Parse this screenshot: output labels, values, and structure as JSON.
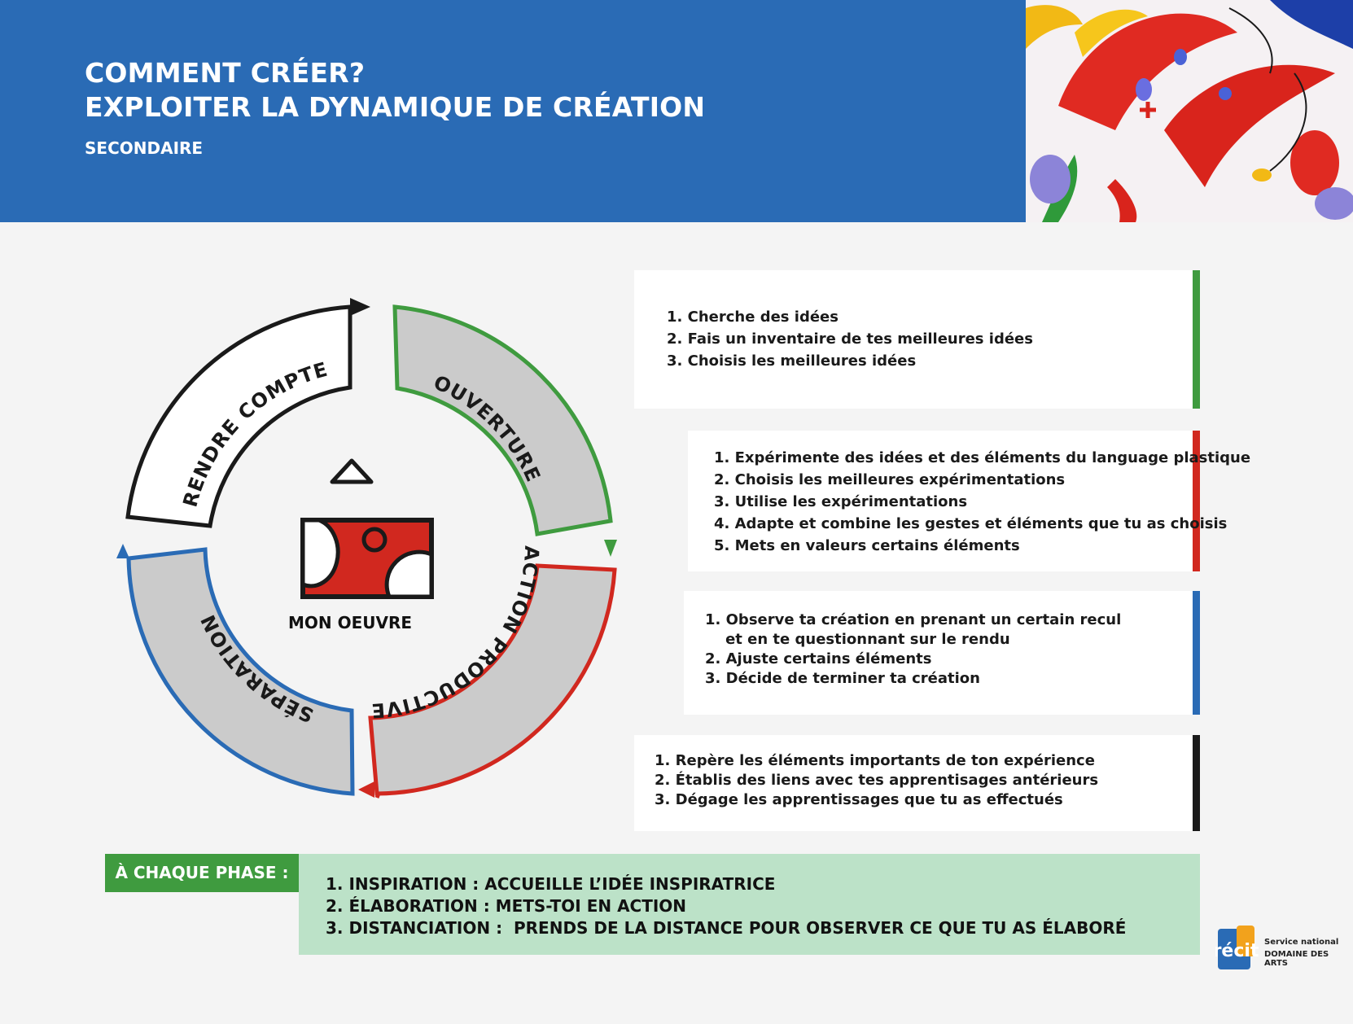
{
  "header": {
    "title_line1": "COMMENT CRÉER?",
    "title_line2": "EXPLOITER LA DYNAMIQUE DE CRÉATION",
    "subtitle": "SECONDAIRE"
  },
  "cycle": {
    "center_label": "MON OEUVRE",
    "phases": [
      {
        "label": "OUVERTURE",
        "color": "#3f9b3f"
      },
      {
        "label": "ACTION PRODUCTIVE",
        "color": "#d1281f"
      },
      {
        "label": "SÉPARATION",
        "color": "#2a6bb5"
      },
      {
        "label": "RENDRE COMPTE",
        "color": "#1a1a1a"
      }
    ]
  },
  "cards": [
    {
      "color": "#3f9b3f",
      "items": [
        "1. Cherche des idées",
        "2. Fais un inventaire de tes meilleures idées",
        "3. Choisis les meilleures idées"
      ]
    },
    {
      "color": "#d1281f",
      "items": [
        "1. Expérimente des idées et des éléments du language plastique",
        "2. Choisis les meilleures expérimentations",
        "3. Utilise les expérimentations",
        "4. Adapte et combine les gestes et éléments que tu as choisis",
        "5. Mets en valeurs certains éléments"
      ]
    },
    {
      "color": "#2a6bb5",
      "items": [
        "1. Observe ta création en prenant un certain recul",
        "    et en te questionnant sur le rendu",
        "2. Ajuste certains éléments",
        "3. Décide de terminer ta création"
      ]
    },
    {
      "color": "#1a1a1a",
      "items": [
        "1. Repère les éléments importants de ton expérience",
        "2. Établis des liens avec tes apprentisages antérieurs",
        "3. Dégage les apprentissages que tu as effectués"
      ]
    }
  ],
  "phase_section": {
    "label": "À CHAQUE PHASE :",
    "items": [
      "1. INSPIRATION : ACCUEILLE L’IDÉE INSPIRATRICE",
      "2. ÉLABORATION : METS-TOI EN ACTION",
      "3. DISTANCIATION :  PRENDS DE LA DISTANCE POUR OBSERVER CE QUE TU AS ÉLABORÉ"
    ]
  },
  "logo": {
    "brand": "récit",
    "line1": "Service national",
    "line2": "DOMAINE DES ARTS"
  }
}
